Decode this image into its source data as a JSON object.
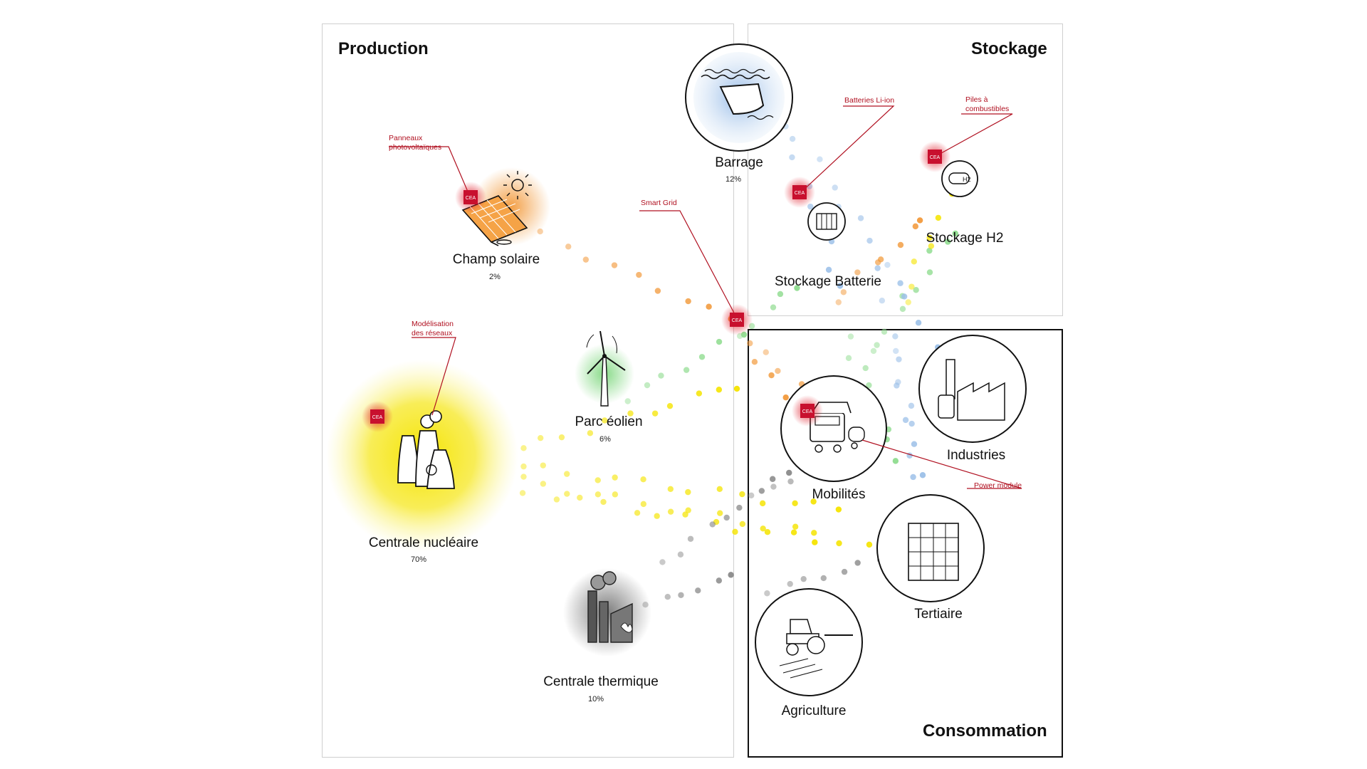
{
  "colors": {
    "nuclear": "#f5e400",
    "solar": "#f29a3c",
    "wind": "#8fdc8f",
    "hydro": "#9cc0e8",
    "thermal": "#8a8a8a",
    "callout": "#b01020",
    "marker": "#c8102e"
  },
  "panels": {
    "production": {
      "title": "Production"
    },
    "stockage": {
      "title": "Stockage"
    },
    "consommation": {
      "title": "Consommation"
    }
  },
  "production": {
    "solaire": {
      "label": "Champ solaire",
      "share": "2%",
      "icon": "solar-panel-icon"
    },
    "eolien": {
      "label": "Parc éolien",
      "share": "6%",
      "icon": "wind-turbine-icon"
    },
    "nucleaire": {
      "label": "Centrale nucléaire",
      "share": "70%",
      "icon": "nuclear-plant-icon"
    },
    "thermique": {
      "label": "Centrale thermique",
      "share": "10%",
      "icon": "thermal-plant-icon"
    },
    "barrage": {
      "label": "Barrage",
      "share": "12%",
      "icon": "dam-icon"
    }
  },
  "stockage": {
    "batterie": {
      "label": "Stockage Batterie",
      "icon": "battery-icon"
    },
    "h2": {
      "label": "Stockage H2",
      "icon": "hydrogen-tank-icon"
    }
  },
  "consommation": {
    "mobilites": {
      "label": "Mobilités",
      "icon": "vehicles-icon"
    },
    "industries": {
      "label": "Industries",
      "icon": "factory-icon"
    },
    "tertiaire": {
      "label": "Tertiaire",
      "icon": "office-building-icon"
    },
    "agriculture": {
      "label": "Agriculture",
      "icon": "tractor-icon"
    }
  },
  "callouts": {
    "panneaux": [
      "Panneaux",
      "photovoltaïques"
    ],
    "modelisation": [
      "Modélisation",
      "des réseaux"
    ],
    "smartgrid": [
      "Smart Grid"
    ],
    "batteries": [
      "Batteries Li-ion"
    ],
    "piles": [
      "Piles à",
      "combustibles"
    ],
    "power": [
      "Power module"
    ]
  },
  "marker_text": "CEA"
}
